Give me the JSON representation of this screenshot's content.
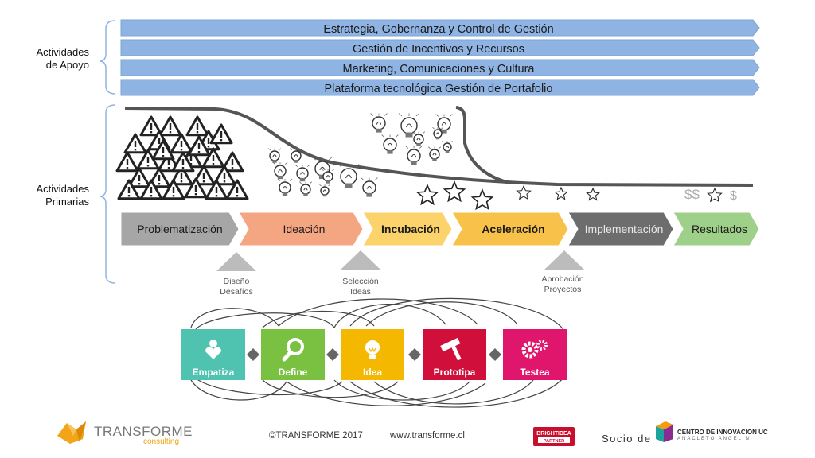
{
  "support": {
    "label_line1": "Actividades",
    "label_line2": "de Apoyo",
    "bars": [
      {
        "label": "Estrategia, Gobernanza y Control de Gestión"
      },
      {
        "label": "Gestión de Incentivos y Recursos"
      },
      {
        "label": "Marketing, Comunicaciones y Cultura"
      },
      {
        "label": "Plataforma tecnológica Gestión de Portafolio"
      }
    ],
    "bar_color": "#8fb4e3"
  },
  "primary": {
    "label_line1": "Actividades",
    "label_line2": "Primarias",
    "stages": [
      {
        "label": "Problematización",
        "color": "#a6a6a6",
        "text_color": "#1a1a1a"
      },
      {
        "label": "Ideación",
        "color": "#f4a582",
        "text_color": "#1a1a1a"
      },
      {
        "label": "Incubación",
        "color": "#fcd26b",
        "text_color": "#1a1a1a"
      },
      {
        "label": "Aceleración",
        "color": "#f8c24a",
        "text_color": "#1a1a1a"
      },
      {
        "label": "Implementación",
        "color": "#6d6d6d",
        "text_color": "#e8e8e8"
      },
      {
        "label": "Resultados",
        "color": "#9fd08a",
        "text_color": "#1a1a1a"
      }
    ],
    "gates": [
      {
        "line1": "Diseño",
        "line2": "Desafíos"
      },
      {
        "line1": "Selección",
        "line2": "Ideas"
      },
      {
        "line1": "Aprobación",
        "line2": "Proyectos"
      }
    ],
    "money_symbols": [
      "$$",
      "$"
    ]
  },
  "design_thinking": [
    {
      "label": "Empatiza",
      "color": "#4fc3b0",
      "icon": "heart-person-icon"
    },
    {
      "label": "Define",
      "color": "#7ac142",
      "icon": "magnifier-icon"
    },
    {
      "label": "Idea",
      "color": "#f5b800",
      "icon": "lightbulb-icon"
    },
    {
      "label": "Prototipa",
      "color": "#d0103a",
      "icon": "hammer-icon"
    },
    {
      "label": "Testea",
      "color": "#e0156c",
      "icon": "gears-icon"
    }
  ],
  "footer": {
    "brand_main": "TRANSFORME",
    "brand_sub": "consulting",
    "copyright": "©TRANSFORME 2017",
    "website": "www.transforme.cl",
    "partner_badge_line1": "BRIGHTIDEA",
    "partner_badge_line2": "PARTNER",
    "socio_label": "Socio de",
    "partner_org_line1": "CENTRO DE INNOVACION UC",
    "partner_org_line2": "ANACLETO ANGELINI"
  }
}
